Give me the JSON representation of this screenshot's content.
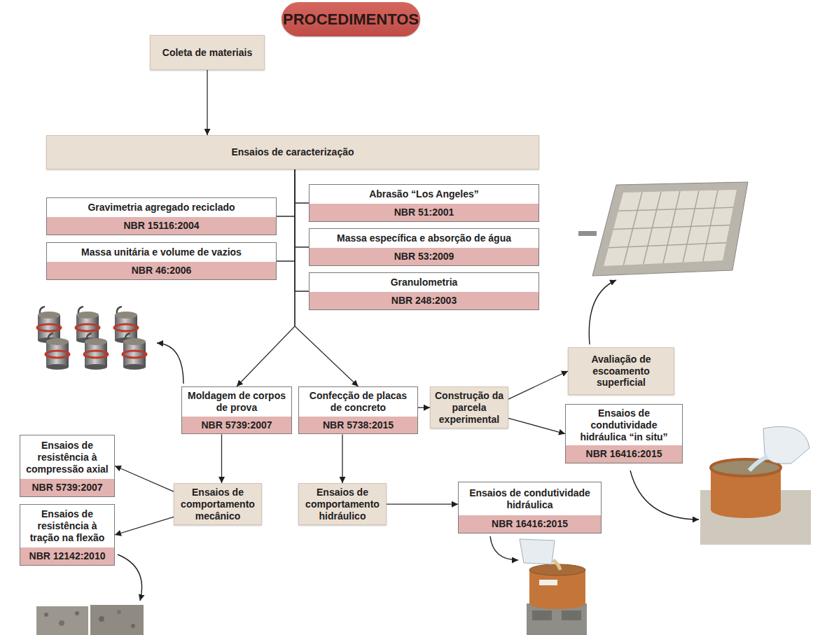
{
  "diagram": {
    "title": "PROCEDIMENTOS",
    "nodes": [
      {
        "text": [
          "Coleta de materiais"
        ]
      },
      {
        "text": [
          "Ensaios de caracterização"
        ]
      },
      {
        "text": [
          "Gravimetria agregado reciclado",
          "NBR 15116:2004"
        ]
      },
      {
        "text": [
          "Abrasão “Los Angeles”",
          "NBR 51:2001"
        ]
      },
      {
        "text": [
          "Massa unitária e volume de vazios",
          "NBR 46:2006"
        ]
      },
      {
        "text": [
          "Massa específica e absorção de água",
          "NBR 53:2009"
        ]
      },
      {
        "text": [
          "Granulometria",
          "NBR 248:2003"
        ]
      },
      {
        "text": [
          "Moldagem de corpos de prova",
          "NBR 5739:2007"
        ]
      },
      {
        "text": [
          "Confecção de placas de concreto",
          "NBR 5738:2015"
        ]
      },
      {
        "text": [
          "Construção da parcela experimental"
        ]
      },
      {
        "text": [
          "Avaliação de escoamento superficial"
        ]
      },
      {
        "text": [
          "Ensaios de condutividade hidráulica “in situ”",
          "NBR 16416:2015"
        ]
      },
      {
        "text": [
          "Ensaios de resistência à compressão axial",
          "NBR 5739:2007"
        ]
      },
      {
        "text": [
          "Ensaios de comportamento mecânico"
        ]
      },
      {
        "text": [
          "Ensaios de comportamento hidráulico"
        ]
      },
      {
        "text": [
          "Ensaios de condutividade hidráulica",
          "NBR 16416:2015"
        ]
      },
      {
        "text": [
          "Ensaios de resistência à tração na flexão",
          "NBR 12142:2010"
        ]
      }
    ],
    "edges": [
      {
        "from": 0,
        "to": 1,
        "arrow": "to"
      },
      {
        "from": 1,
        "to": 2,
        "arrow": "none"
      },
      {
        "from": 1,
        "to": 3,
        "arrow": "none"
      },
      {
        "from": 1,
        "to": 4,
        "arrow": "none"
      },
      {
        "from": 1,
        "to": 5,
        "arrow": "none"
      },
      {
        "from": 1,
        "to": 6,
        "arrow": "none"
      },
      {
        "from": 1,
        "to": 7,
        "arrow": "to"
      },
      {
        "from": 1,
        "to": 8,
        "arrow": "to"
      },
      {
        "from": 7,
        "to": 13,
        "arrow": "to"
      },
      {
        "from": 8,
        "to": 14,
        "arrow": "to"
      },
      {
        "from": 8,
        "to": 9,
        "arrow": "to"
      },
      {
        "from": 9,
        "to": 10,
        "arrow": "to"
      },
      {
        "from": 9,
        "to": 11,
        "arrow": "to"
      },
      {
        "from": 13,
        "to": 12,
        "arrow": "to"
      },
      {
        "from": 13,
        "to": 16,
        "arrow": "to"
      },
      {
        "from": 14,
        "to": 15,
        "arrow": "to"
      }
    ]
  }
}
